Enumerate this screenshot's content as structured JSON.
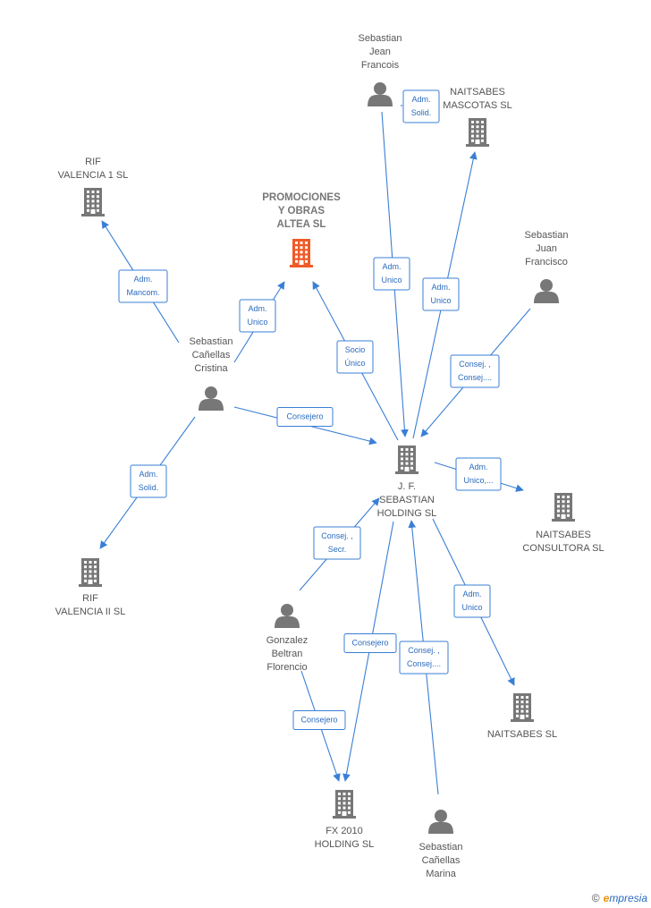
{
  "colors": {
    "edge": "#3a7fd5",
    "company_icon": "#777777",
    "main_company_icon": "#f05a28",
    "person_icon": "#777777"
  },
  "nodes": [
    {
      "id": "promociones",
      "type": "company",
      "main": true,
      "label": [
        "PROMOCIONES",
        "Y OBRAS",
        "ALTEA  SL"
      ]
    },
    {
      "id": "rif1",
      "type": "company",
      "label": [
        "RIF",
        "VALENCIA 1  SL"
      ]
    },
    {
      "id": "rif2",
      "type": "company",
      "label": [
        "RIF",
        "VALENCIA II  SL"
      ]
    },
    {
      "id": "jf",
      "type": "company",
      "label": [
        "J.  F.",
        "SEBASTIAN",
        "HOLDING SL"
      ]
    },
    {
      "id": "mascotas",
      "type": "company",
      "label": [
        "NAITSABES",
        "MASCOTAS  SL"
      ]
    },
    {
      "id": "consultora",
      "type": "company",
      "label": [
        "NAITSABES",
        "CONSULTORA SL"
      ]
    },
    {
      "id": "naitsabes",
      "type": "company",
      "label": [
        "NAITSABES SL"
      ]
    },
    {
      "id": "fx",
      "type": "company",
      "label": [
        "FX 2010",
        "HOLDING SL"
      ]
    },
    {
      "id": "sjf",
      "type": "person",
      "label": [
        "Sebastian",
        "Jean",
        "Francois"
      ]
    },
    {
      "id": "sjfco",
      "type": "person",
      "label": [
        "Sebastian",
        "Juan",
        "Francisco"
      ]
    },
    {
      "id": "scc",
      "type": "person",
      "label": [
        "Sebastian",
        "Cañellas",
        "Cristina"
      ]
    },
    {
      "id": "gbf",
      "type": "person",
      "label": [
        "Gonzalez",
        "Beltran",
        "Florencio"
      ]
    },
    {
      "id": "scm",
      "type": "person",
      "label": [
        "Sebastian",
        "Cañellas",
        "Marina"
      ]
    }
  ],
  "edges": [
    {
      "from": "scc",
      "to": "rif1",
      "label": [
        "Adm.",
        "Mancom."
      ]
    },
    {
      "from": "scc",
      "to": "promociones",
      "label": [
        "Adm.",
        "Unico"
      ]
    },
    {
      "from": "scc",
      "to": "jf",
      "label": [
        "Consejero"
      ]
    },
    {
      "from": "scc",
      "to": "rif2",
      "label": [
        "Adm.",
        "Solid."
      ]
    },
    {
      "from": "jf",
      "to": "promociones",
      "label": [
        "Socio",
        "Único"
      ]
    },
    {
      "from": "sjf",
      "to": "jf",
      "label": [
        "Adm.",
        "Unico"
      ]
    },
    {
      "from": "sjf",
      "to": "mascotas",
      "label": [
        "Adm.",
        "Solid."
      ]
    },
    {
      "from": "jf",
      "to": "mascotas",
      "label": [
        "Adm.",
        "Unico"
      ]
    },
    {
      "from": "sjfco",
      "to": "jf",
      "label": [
        "Consej. ,",
        "Consej...."
      ]
    },
    {
      "from": "jf",
      "to": "consultora",
      "label": [
        "Adm.",
        "Unico,..."
      ]
    },
    {
      "from": "jf",
      "to": "naitsabes",
      "label": [
        "Adm.",
        "Unico"
      ]
    },
    {
      "from": "gbf",
      "to": "jf",
      "label": [
        "Consej. ,",
        "Secr."
      ]
    },
    {
      "from": "jf",
      "to": "fx",
      "label": [
        "Consejero"
      ]
    },
    {
      "from": "gbf",
      "to": "fx",
      "label": [
        "Consejero"
      ]
    },
    {
      "from": "scm",
      "to": "jf",
      "label": [
        "Consej. ,",
        "Consej...."
      ]
    }
  ],
  "footer": {
    "copyright": "©",
    "brand_initial": "e",
    "brand_rest": "mpresia"
  }
}
